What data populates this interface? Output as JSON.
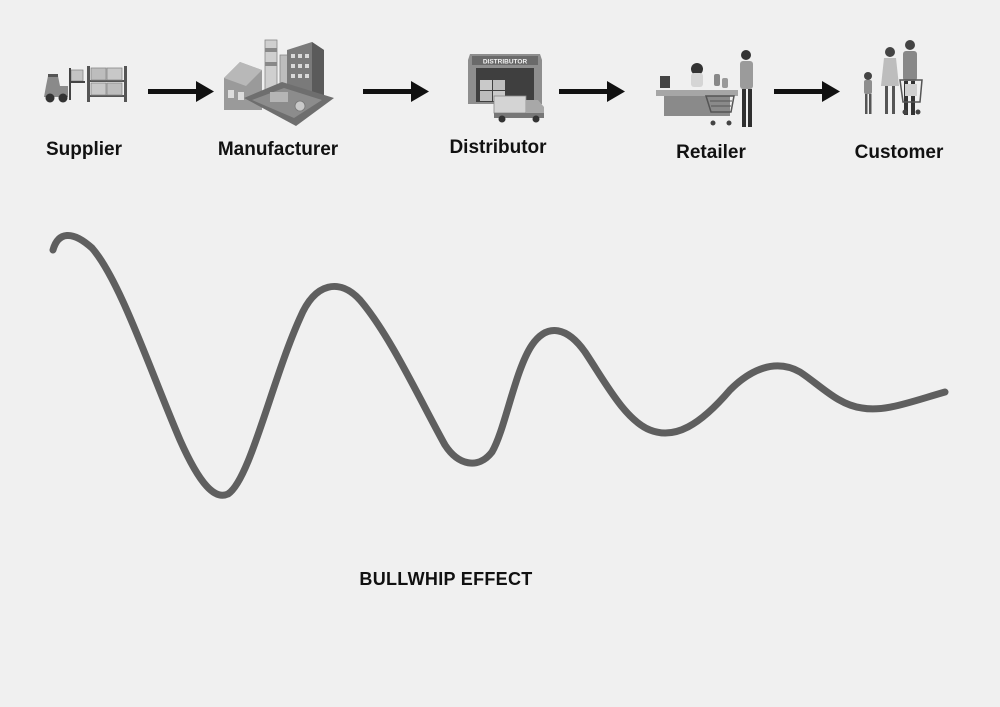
{
  "stages": [
    {
      "label": "Supplier",
      "icon": "forklift-warehouse-icon"
    },
    {
      "label": "Manufacturer",
      "icon": "factory-icon"
    },
    {
      "label": "Distributor",
      "icon": "distribution-warehouse-truck-icon",
      "sign": "DISTRIBUTOR"
    },
    {
      "label": "Retailer",
      "icon": "checkout-counter-icon"
    },
    {
      "label": "Customer",
      "icon": "family-shopping-cart-icon"
    }
  ],
  "caption": "BULLWHIP EFFECT",
  "colors": {
    "background": "#f0f0f0",
    "wave": "#5f5f5f",
    "arrow": "#111111",
    "text": "#111111"
  }
}
